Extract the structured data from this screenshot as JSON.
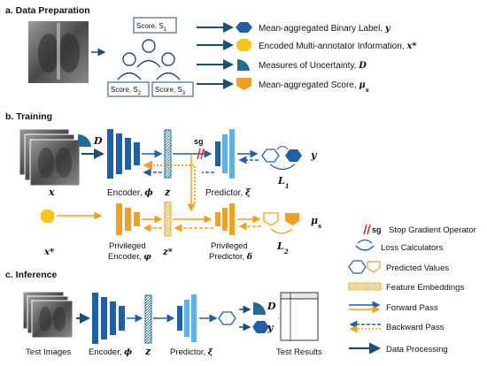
{
  "colors": {
    "dark_blue": "#1f5fa8",
    "navy": "#1b4f72",
    "light_blue": "#5bb4e5",
    "teal": "#256d8e",
    "orange": "#f0a020",
    "yellow": "#f5c518",
    "red": "#d62828",
    "xray": "#6d6d6d"
  },
  "sections": {
    "data_prep": "a. Data Preparation",
    "training": "b. Training",
    "inference": "c. Inference"
  },
  "data_prep": {
    "score_top": "Score, S",
    "score_top_sub": "1",
    "score_left": "Score, S",
    "score_left_sub": "2",
    "score_right": "Score, S",
    "score_right_sub": "3",
    "legend": [
      {
        "label": "Mean-aggregated Binary Label,",
        "sym": "y",
        "icon": "hexagon-icon"
      },
      {
        "label": "Encoded Multi-annotator Information,",
        "sym": "x*",
        "icon": "octagon-icon"
      },
      {
        "label": "Measures of Uncertainty,",
        "sym": "D",
        "icon": "quarter-circle-icon"
      },
      {
        "label": "Mean-aggregated Score,",
        "sym": "μ",
        "sym_sub": "s",
        "icon": "pentagon-icon"
      }
    ]
  },
  "training": {
    "D": "D",
    "x": "x",
    "encoder": "Encoder,",
    "encoder_sym": "ϕ",
    "z": "z",
    "sg": "sg",
    "predictor": "Predictor,",
    "predictor_sym": "ξ",
    "y": "y",
    "L1": "L",
    "L1_sub": "1",
    "xstar": "x*",
    "priv_encoder_1": "Privileged",
    "priv_encoder_2": "Encoder,",
    "priv_encoder_sym": "φ",
    "zstar": "z*",
    "priv_predictor_1": "Privileged",
    "priv_predictor_2": "Predictor,",
    "priv_predictor_sym": "δ",
    "mu": "μ",
    "mu_sub": "s",
    "L2": "L",
    "L2_sub": "2"
  },
  "legend": {
    "stop_gradient": "Stop Gradient Operator",
    "sg": "sg",
    "loss": "Loss Calculators",
    "predicted": "Predicted Values",
    "feature": "Feature Embeddings",
    "forward": "Forward Pass",
    "backward": "Backward Pass",
    "processing": "Data Processing"
  },
  "inference": {
    "test_images": "Test Images",
    "encoder": "Encoder,",
    "encoder_sym": "ϕ",
    "z": "z",
    "predictor": "Predictor,",
    "predictor_sym": "ξ",
    "D": "D",
    "y": "y",
    "test_results": "Test Results"
  }
}
